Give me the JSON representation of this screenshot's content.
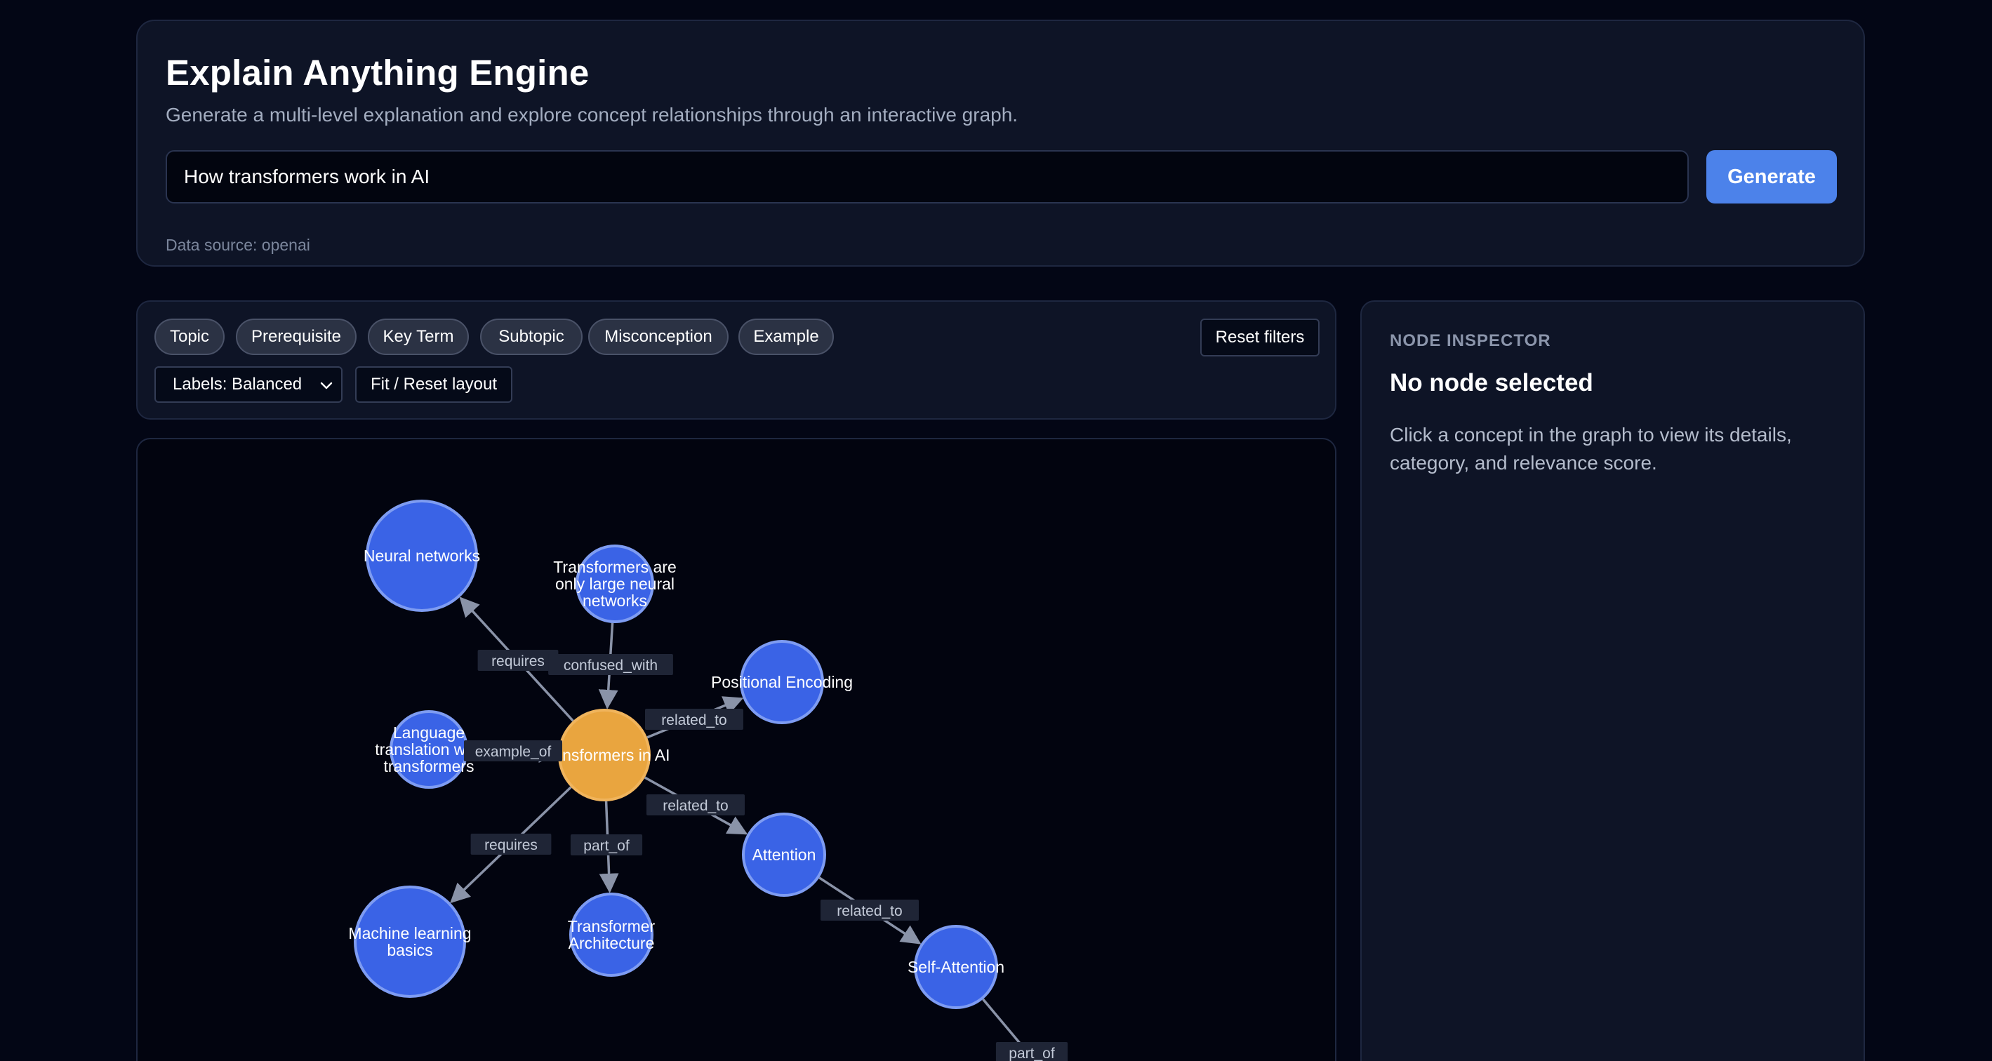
{
  "header": {
    "title": "Explain Anything Engine",
    "subtitle": "Generate a multi-level explanation and explore concept relationships through an interactive graph.",
    "query_value": "How transformers work in AI",
    "generate_label": "Generate",
    "data_source": "Data source: openai"
  },
  "controls": {
    "filters": [
      "Topic",
      "Prerequisite",
      "Key Term",
      "Subtopic",
      "Misconception",
      "Example"
    ],
    "reset_filters_label": "Reset filters",
    "labels_select_value": "Labels: Balanced",
    "fit_reset_label": "Fit / Reset layout"
  },
  "graph": {
    "colors": {
      "topic": "#e9a53f",
      "concept": "#3a63e6",
      "edge": "#8a93a8"
    },
    "nodes": [
      {
        "id": "transformers",
        "label": "Transformers in AI",
        "category": "topic"
      },
      {
        "id": "neural",
        "label": "Neural networks",
        "category": "concept"
      },
      {
        "id": "misconception",
        "label": "Transformers are only large neural networks",
        "category": "concept"
      },
      {
        "id": "positional",
        "label": "Positional Encoding",
        "category": "concept"
      },
      {
        "id": "translation",
        "label": "Language translation with transformers",
        "category": "concept"
      },
      {
        "id": "attention",
        "label": "Attention",
        "category": "concept"
      },
      {
        "id": "mlbasics",
        "label": "Machine learning basics",
        "category": "concept"
      },
      {
        "id": "architecture",
        "label": "Transformer Architecture",
        "category": "concept"
      },
      {
        "id": "selfattention",
        "label": "Self-Attention",
        "category": "concept"
      }
    ],
    "edges": [
      {
        "from": "transformers",
        "to": "neural",
        "label": "requires"
      },
      {
        "from": "misconception",
        "to": "transformers",
        "label": "confused_with"
      },
      {
        "from": "transformers",
        "to": "positional",
        "label": "related_to"
      },
      {
        "from": "translation",
        "to": "transformers",
        "label": "example_of"
      },
      {
        "from": "transformers",
        "to": "attention",
        "label": "related_to"
      },
      {
        "from": "transformers",
        "to": "mlbasics",
        "label": "requires"
      },
      {
        "from": "transformers",
        "to": "architecture",
        "label": "part_of"
      },
      {
        "from": "attention",
        "to": "selfattention",
        "label": "related_to"
      },
      {
        "from": "selfattention",
        "to": "offscreen",
        "label": "part_of"
      }
    ]
  },
  "inspector": {
    "heading": "NODE INSPECTOR",
    "title": "No node selected",
    "description": "Click a concept in the graph to view its details, category, and relevance score."
  }
}
